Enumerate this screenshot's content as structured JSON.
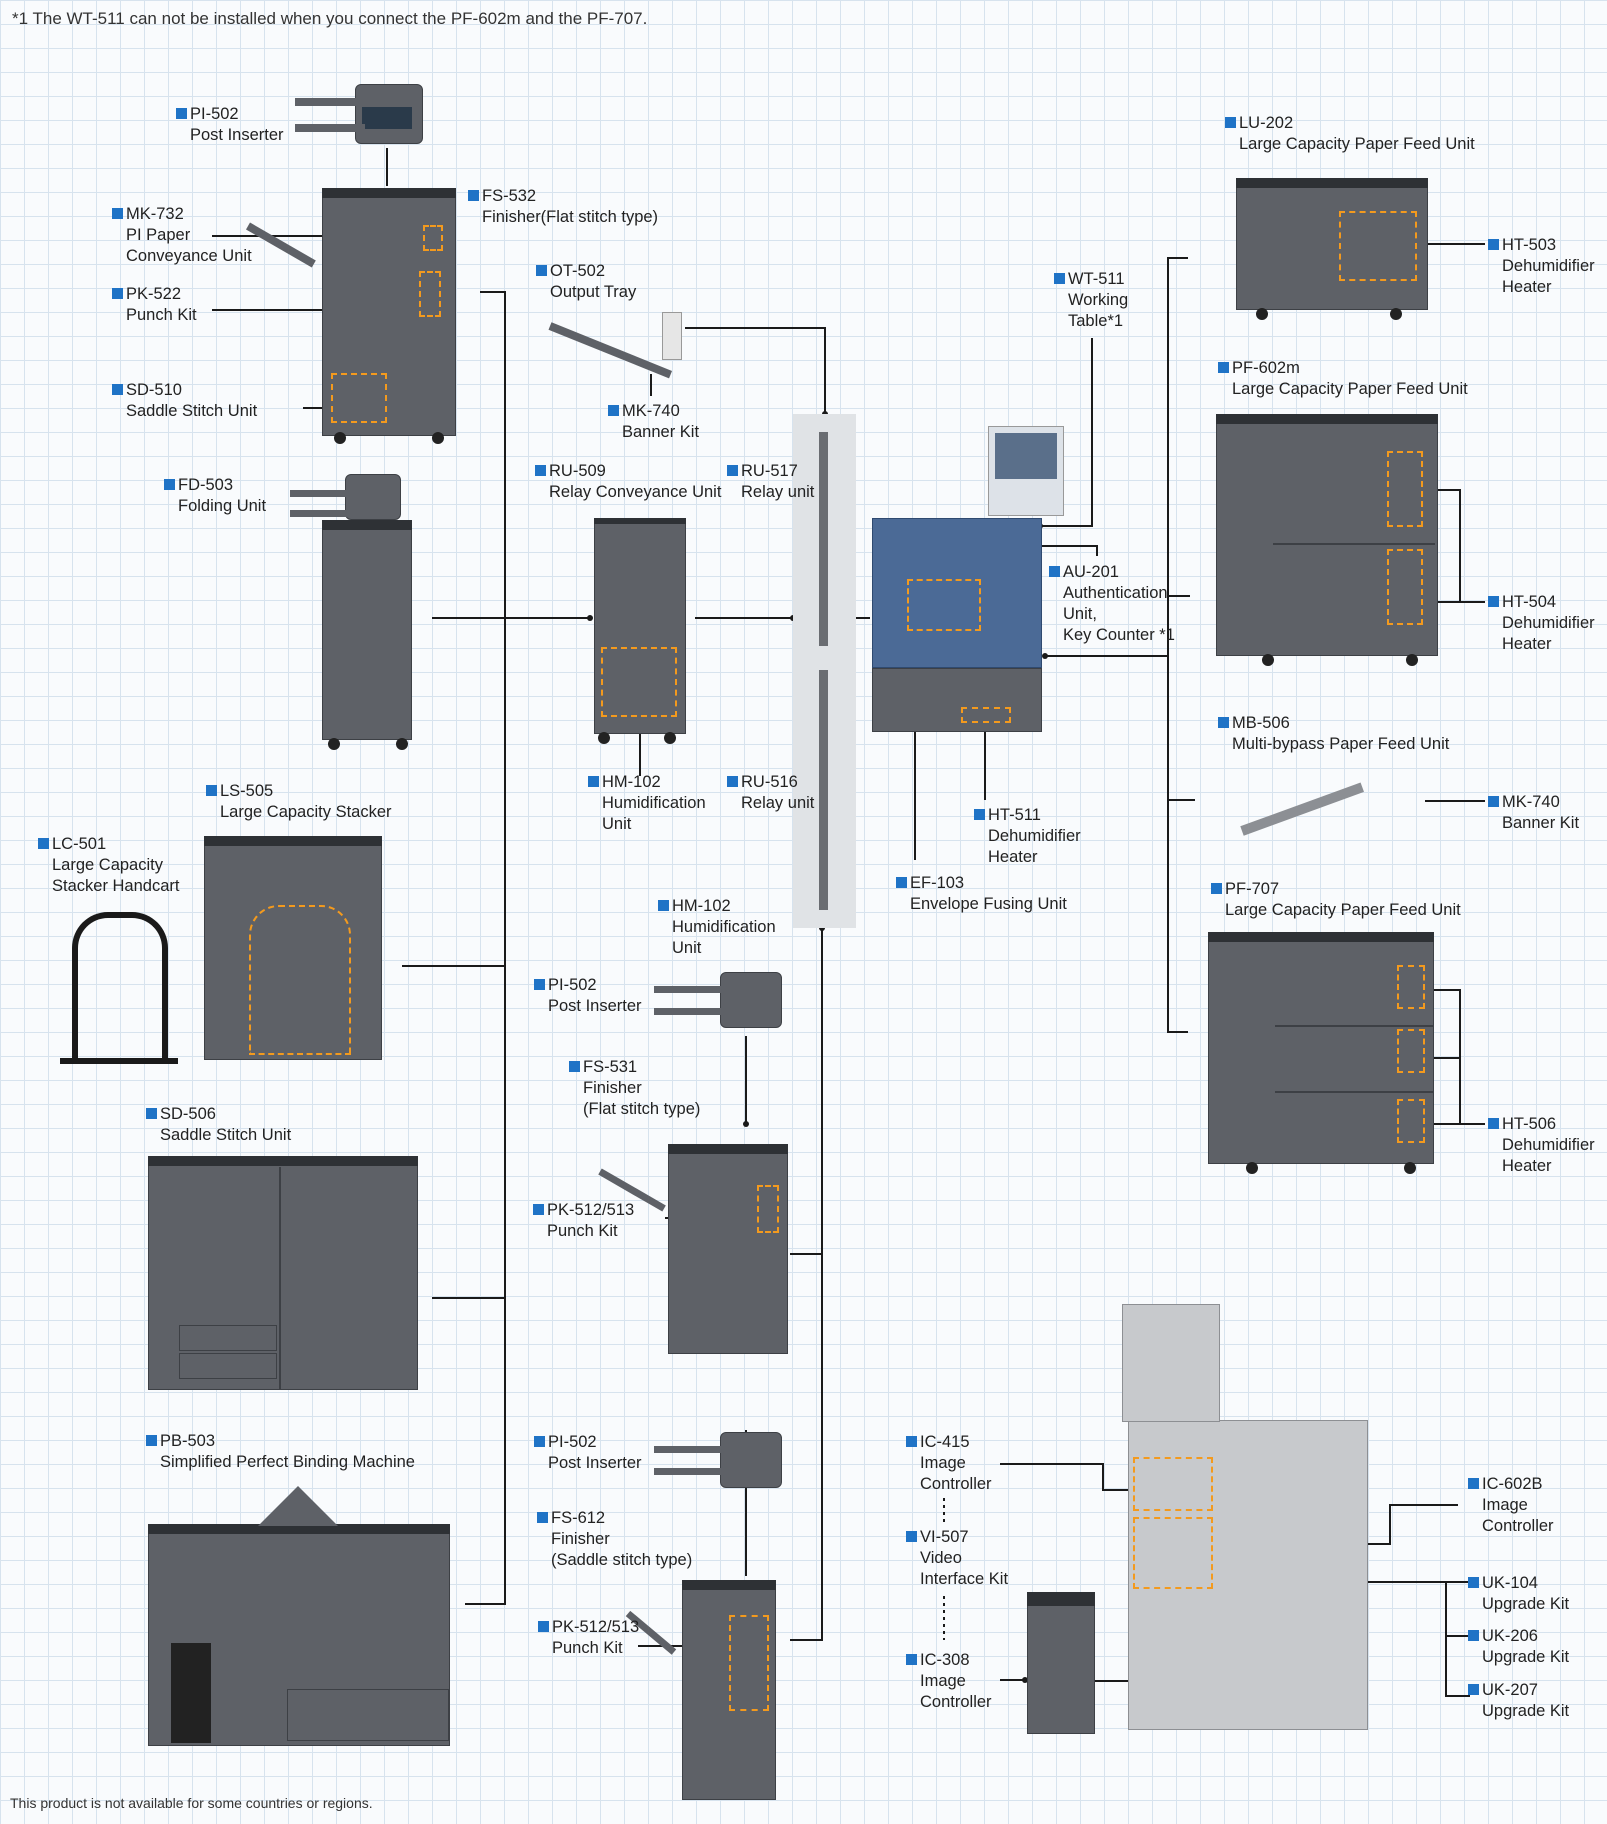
{
  "notes": {
    "top": "*1 The WT-511 can not be installed when you connect the PF-602m and the PF-707.",
    "bottom": "This product is not available for some countries or regions."
  },
  "labels": {
    "pi502a": {
      "code": "PI-502",
      "lines": [
        "Post Inserter"
      ]
    },
    "fs532": {
      "code": "FS-532",
      "lines": [
        "Finisher(Flat stitch type)"
      ]
    },
    "mk732": {
      "code": "MK-732",
      "lines": [
        "PI Paper",
        "Conveyance Unit"
      ]
    },
    "pk522": {
      "code": "PK-522",
      "lines": [
        "Punch Kit"
      ]
    },
    "sd510": {
      "code": "SD-510",
      "lines": [
        "Saddle Stitch Unit"
      ]
    },
    "ot502": {
      "code": "OT-502",
      "lines": [
        "Output Tray"
      ]
    },
    "mk740a": {
      "code": "MK-740",
      "lines": [
        "Banner Kit"
      ]
    },
    "fd503": {
      "code": "FD-503",
      "lines": [
        "Folding Unit"
      ]
    },
    "ru509": {
      "code": "RU-509",
      "lines": [
        "Relay Conveyance Unit"
      ]
    },
    "ru517": {
      "code": "RU-517",
      "lines": [
        "Relay unit"
      ]
    },
    "hm102a": {
      "code": "HM-102",
      "lines": [
        "Humidification",
        "Unit"
      ]
    },
    "ru516": {
      "code": "RU-516",
      "lines": [
        "Relay unit"
      ]
    },
    "ls505": {
      "code": "LS-505",
      "lines": [
        "Large Capacity Stacker"
      ]
    },
    "lc501": {
      "code": "LC-501",
      "lines": [
        "Large Capacity",
        "Stacker Handcart"
      ]
    },
    "hm102b": {
      "code": "HM-102",
      "lines": [
        "Humidification",
        "Unit"
      ]
    },
    "pi502b": {
      "code": "PI-502",
      "lines": [
        "Post Inserter"
      ]
    },
    "fs531": {
      "code": "FS-531",
      "lines": [
        "Finisher",
        "(Flat stitch type)"
      ]
    },
    "pk512a": {
      "code": "PK-512/513",
      "lines": [
        "Punch Kit"
      ]
    },
    "sd506": {
      "code": "SD-506",
      "lines": [
        "Saddle Stitch Unit"
      ]
    },
    "pb503": {
      "code": "PB-503",
      "lines": [
        "Simplified Perfect Binding Machine"
      ]
    },
    "pi502c": {
      "code": "PI-502",
      "lines": [
        "Post Inserter"
      ]
    },
    "fs612": {
      "code": "FS-612",
      "lines": [
        "Finisher",
        "(Saddle stitch type)"
      ]
    },
    "pk512b": {
      "code": "PK-512/513",
      "lines": [
        "Punch Kit"
      ]
    },
    "wt511": {
      "code": "WT-511",
      "lines": [
        "Working",
        "Table*1"
      ]
    },
    "au201": {
      "code": "AU-201",
      "lines": [
        "Authentication",
        "Unit,",
        "Key Counter *1"
      ]
    },
    "ht511": {
      "code": "HT-511",
      "lines": [
        "Dehumidifier",
        "Heater"
      ]
    },
    "ef103": {
      "code": "EF-103",
      "lines": [
        "Envelope Fusing Unit"
      ]
    },
    "lu202": {
      "code": "LU-202",
      "lines": [
        "Large Capacity Paper Feed Unit"
      ]
    },
    "ht503": {
      "code": "HT-503",
      "lines": [
        "Dehumidifier",
        "Heater"
      ]
    },
    "pf602m": {
      "code": "PF-602m",
      "lines": [
        "Large Capacity Paper Feed Unit"
      ]
    },
    "ht504": {
      "code": "HT-504",
      "lines": [
        "Dehumidifier",
        "Heater"
      ]
    },
    "mb506": {
      "code": "MB-506",
      "lines": [
        "Multi-bypass Paper Feed Unit"
      ]
    },
    "mk740b": {
      "code": "MK-740",
      "lines": [
        "Banner Kit"
      ]
    },
    "pf707": {
      "code": "PF-707",
      "lines": [
        "Large Capacity Paper Feed Unit"
      ]
    },
    "ht506": {
      "code": "HT-506",
      "lines": [
        "Dehumidifier",
        "Heater"
      ]
    },
    "ic415": {
      "code": "IC-415",
      "lines": [
        "Image",
        "Controller"
      ]
    },
    "vi507": {
      "code": "VI-507",
      "lines": [
        "Video",
        "Interface Kit"
      ]
    },
    "ic308": {
      "code": "IC-308",
      "lines": [
        "Image",
        "Controller"
      ]
    },
    "ic602b": {
      "code": "IC-602B",
      "lines": [
        "Image",
        "Controller"
      ]
    },
    "uk104": {
      "code": "UK-104",
      "lines": [
        "Upgrade Kit"
      ]
    },
    "uk206": {
      "code": "UK-206",
      "lines": [
        "Upgrade Kit"
      ]
    },
    "uk207": {
      "code": "UK-207",
      "lines": [
        "Upgrade Kit"
      ]
    }
  },
  "colors": {
    "marker": "#1f73c6",
    "dashed": "#f39a1e",
    "device": "#5e6167",
    "engine": "#4b6a96",
    "wire": "#1a1a1a"
  }
}
